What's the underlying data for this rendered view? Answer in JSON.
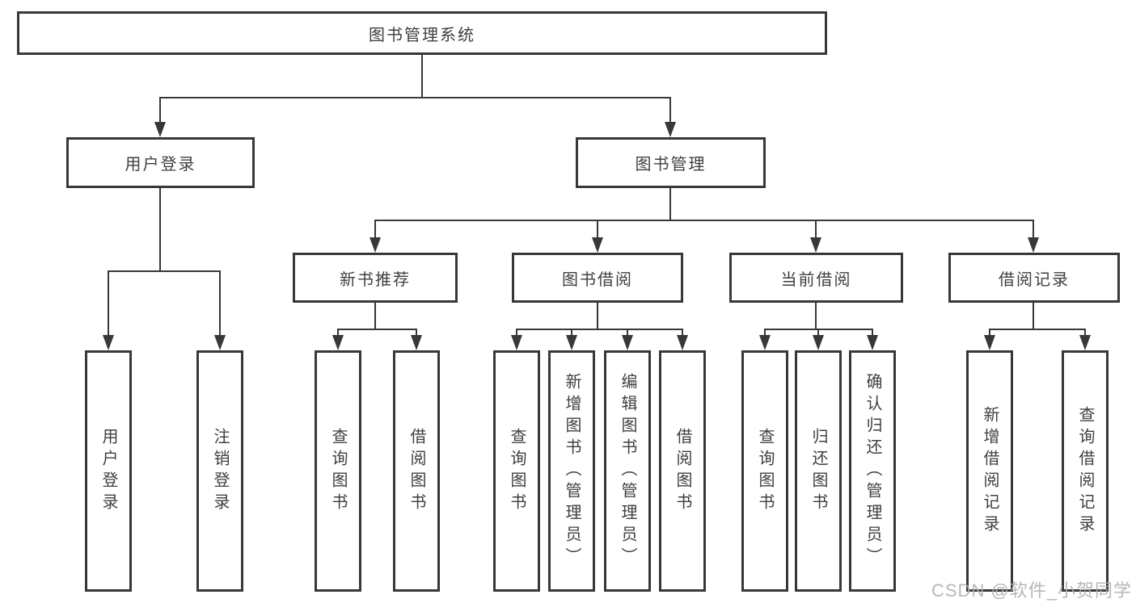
{
  "root": {
    "label": "图书管理系统"
  },
  "branches": {
    "user_login": {
      "label": "用户登录",
      "children": [
        "用户登录",
        "注销登录"
      ]
    },
    "book_mgmt": {
      "label": "图书管理",
      "sections": {
        "new_book": {
          "label": "新书推荐",
          "children": [
            "查询图书",
            "借阅图书"
          ]
        },
        "borrow": {
          "label": "图书借阅",
          "children": [
            "查询图书",
            "新增图书（管理员）",
            "编辑图书（管理员）",
            "借阅图书"
          ]
        },
        "current": {
          "label": "当前借阅",
          "children": [
            "查询图书",
            "归还图书",
            "确认归还（管理员）"
          ]
        },
        "records": {
          "label": "借阅记录",
          "children": [
            "新增借阅记录",
            "查询借阅记录"
          ]
        }
      }
    }
  },
  "colors": {
    "line": "#383838",
    "text": "#3f3f3f",
    "watermark": "#afafaf"
  },
  "watermark": "CSDN @软件_小贺同学"
}
